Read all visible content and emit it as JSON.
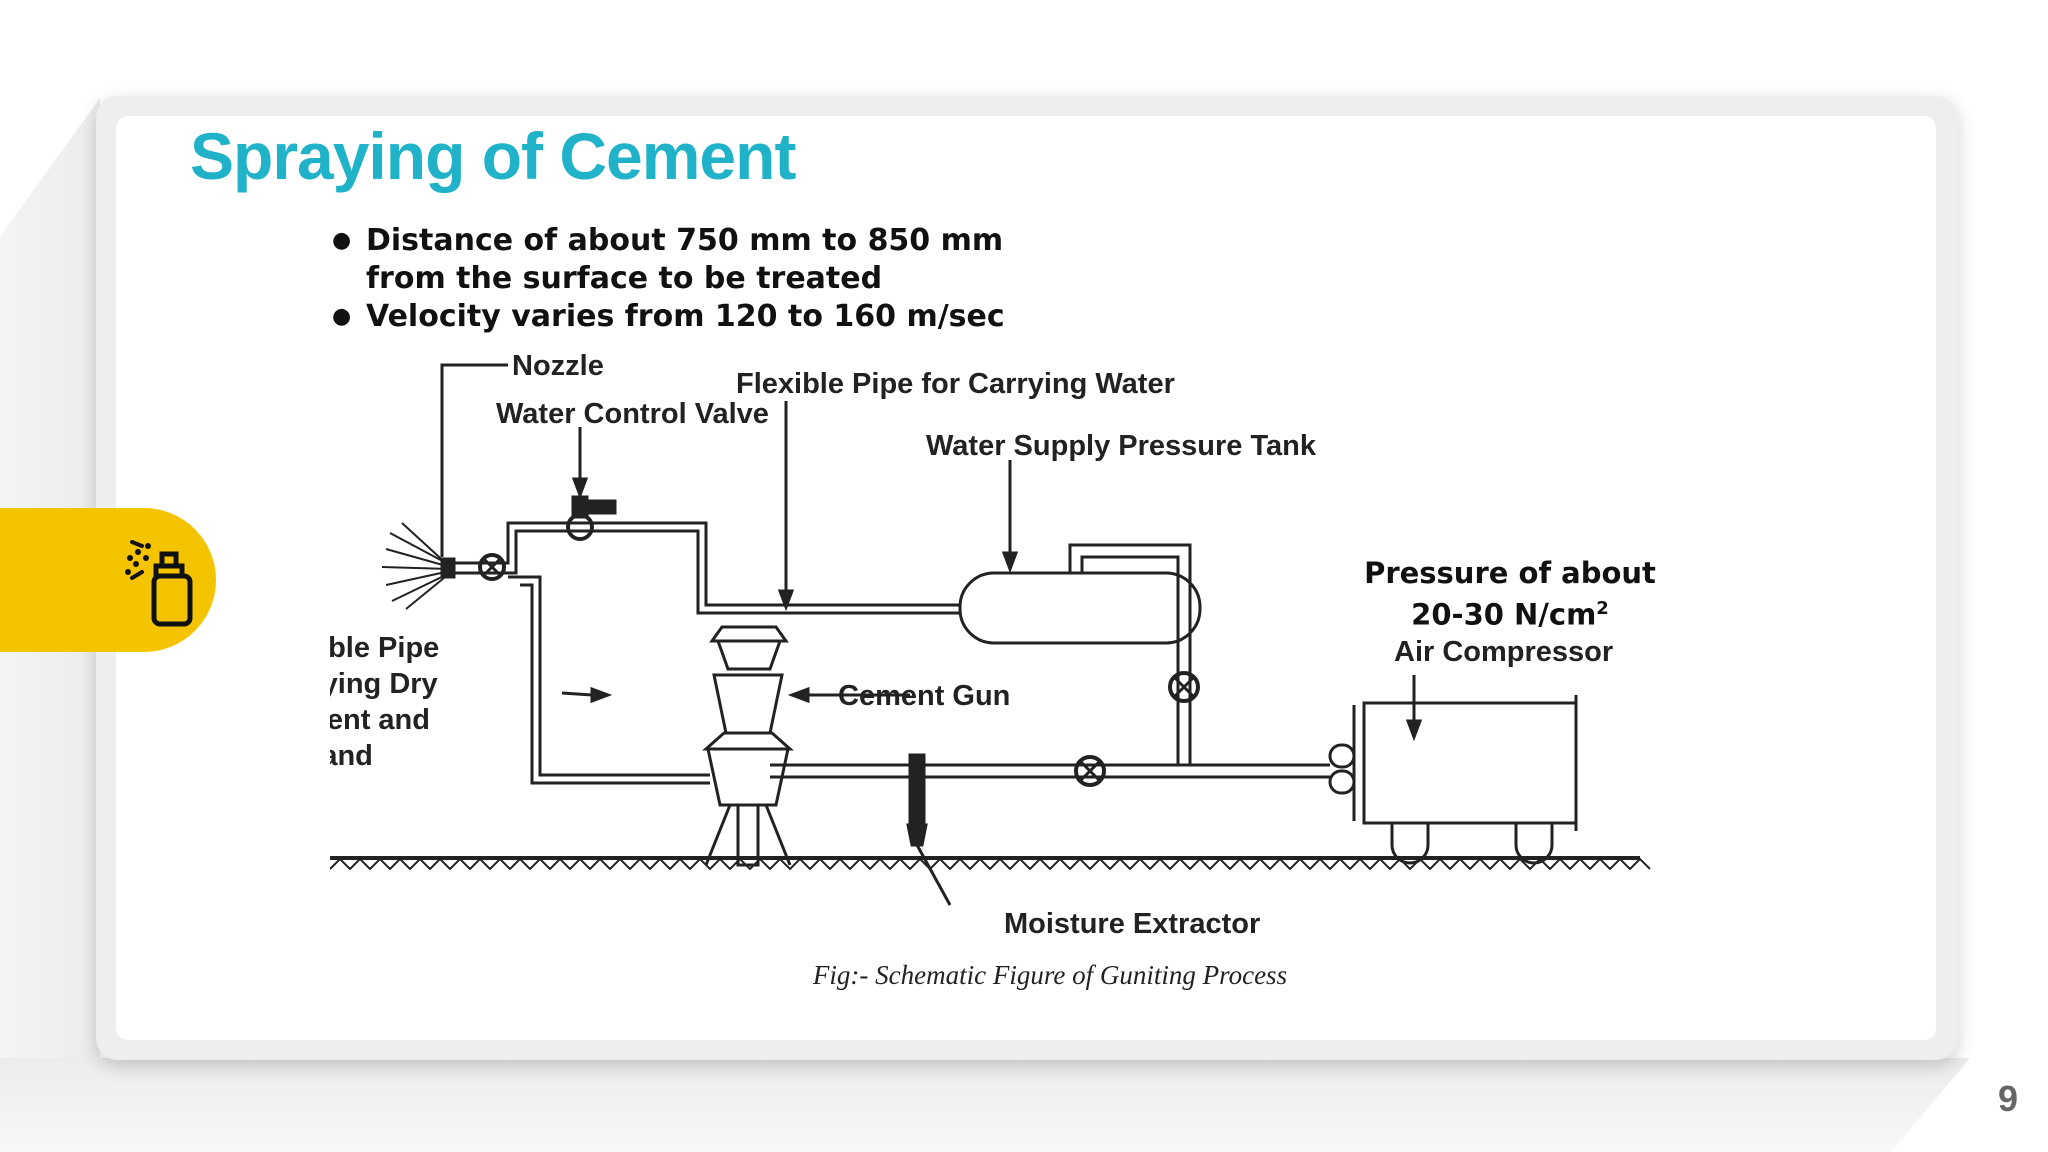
{
  "slide": {
    "title": "Spraying of Cement",
    "bullets": [
      "Distance of about 750 mm to 850 mm from the surface to be treated",
      "Velocity varies from 120 to 160 m/sec"
    ],
    "page_number": "9",
    "icon": "spray-can-icon",
    "accent_color": "#1fb2c9",
    "tab_color": "#f5c400"
  },
  "diagram": {
    "labels": {
      "nozzle": "Nozzle",
      "flexible_pipe_water": "Flexible Pipe for Carrying Water",
      "water_control_valve": "Water Control Valve",
      "water_supply_tank": "Water Supply Pressure Tank",
      "flexible_pipe_dry_1": "Flexible Pipe",
      "flexible_pipe_dry_2": "Carrying Dry",
      "flexible_pipe_dry_3": "Cement and",
      "flexible_pipe_dry_4": "Sand",
      "cement_gun": "Cement Gun",
      "air_compressor": "Air Compressor",
      "moisture_extractor": "Moisture Extractor"
    },
    "pressure_line1": "Pressure of about",
    "pressure_line2": "20-30 N/cm",
    "pressure_sup": "2",
    "caption": "Fig:- Schematic Figure of Guniting Process"
  }
}
